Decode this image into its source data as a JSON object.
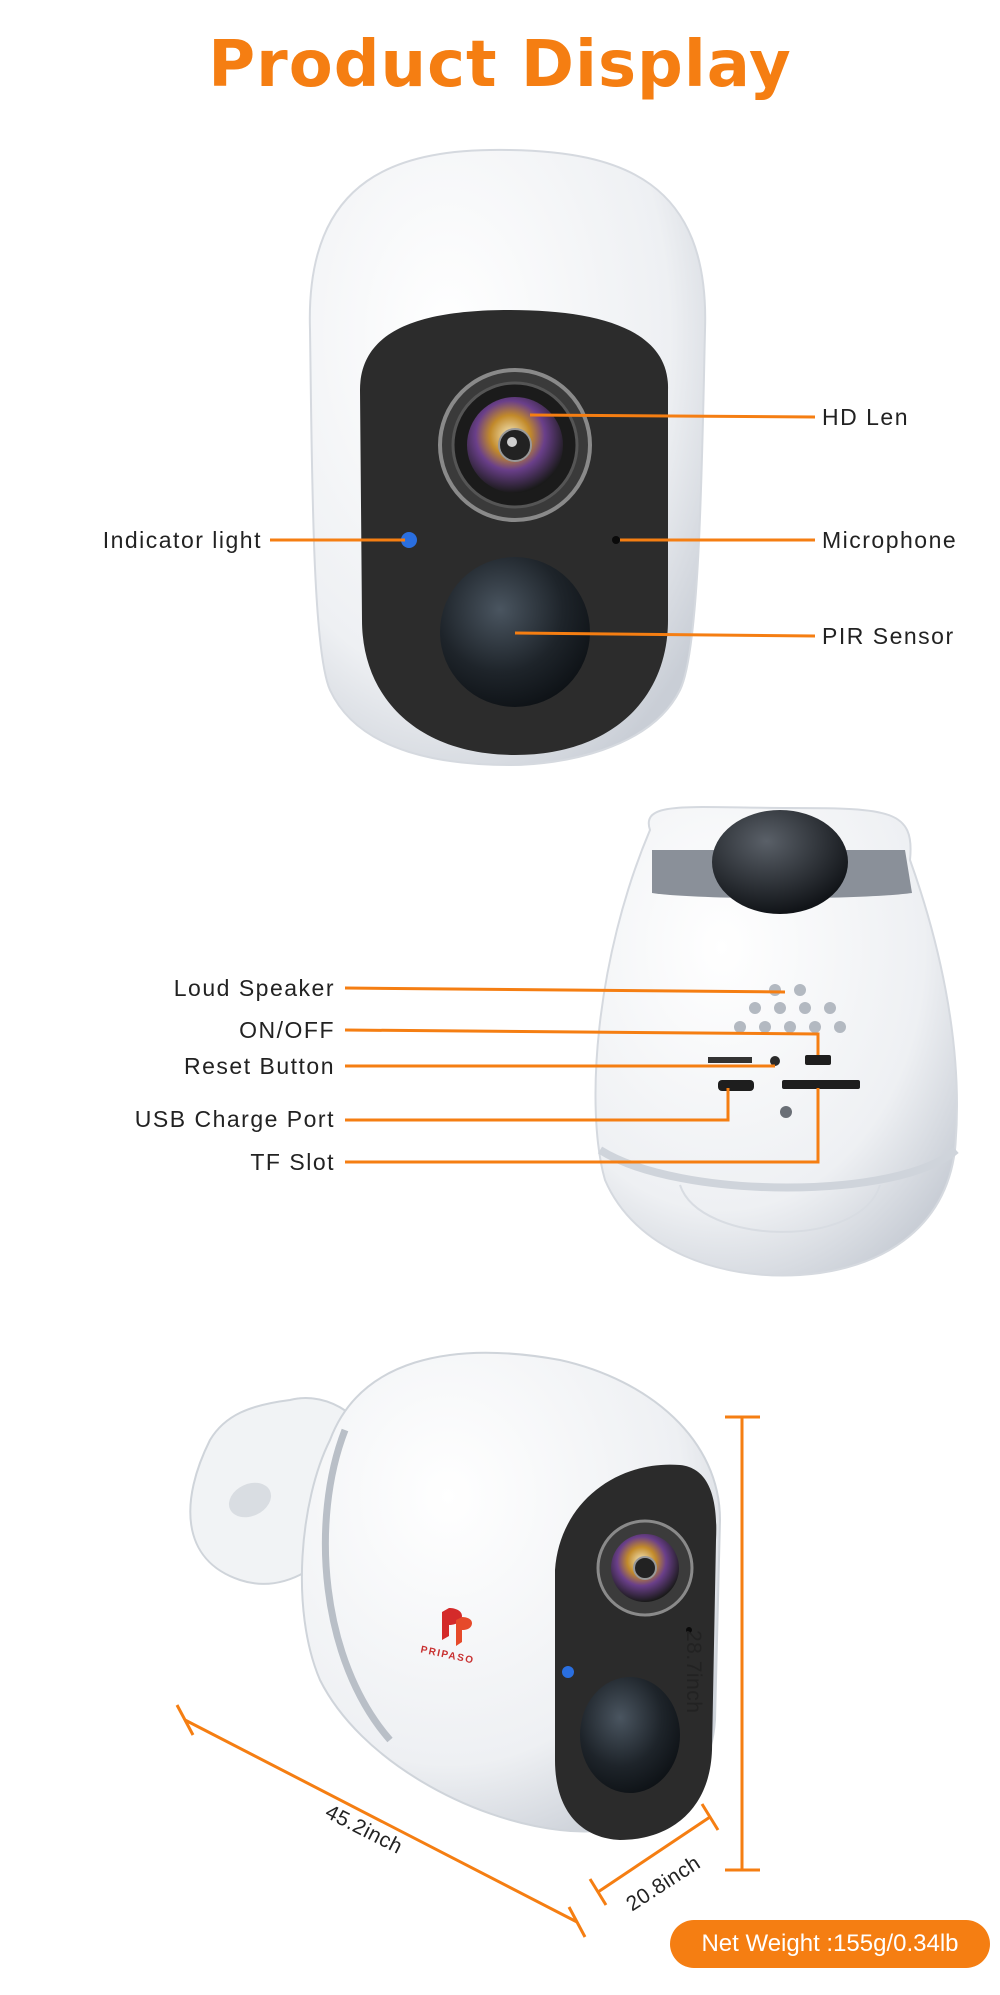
{
  "title": "Product Display",
  "front_labels": {
    "hd_len": "HD Len",
    "indicator_light": "Indicator light",
    "microphone": "Microphone",
    "pir_sensor": "PIR Sensor"
  },
  "back_labels": {
    "loud_speaker": "Loud Speaker",
    "on_off": "ON/OFF",
    "reset_button": "Reset Button",
    "usb_charge_port": "USB Charge Port",
    "tf_slot": "TF Slot"
  },
  "dimensions": {
    "height": "28.7inch",
    "length": "45.2inch",
    "width": "20.8inch"
  },
  "net_weight": "Net Weight :155g/0.34lb",
  "brand": "PRIPASO",
  "colors": {
    "accent": "#f57e12",
    "camera_body": "#f4f6f8",
    "camera_face": "#2b2b2b"
  }
}
